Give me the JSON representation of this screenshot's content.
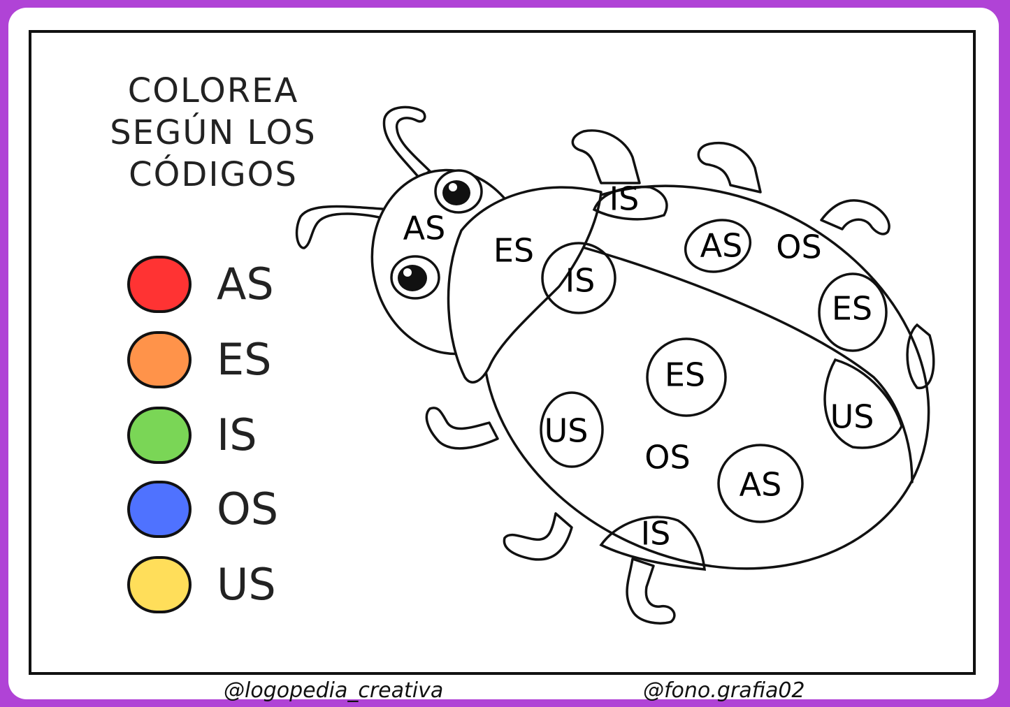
{
  "title": {
    "line1": "COLOREA",
    "line2": "SEGÚN LOS",
    "line3": "CÓDIGOS"
  },
  "legend": [
    {
      "code": "AS",
      "color": "#ff3333"
    },
    {
      "code": "ES",
      "color": "#ff934a"
    },
    {
      "code": "IS",
      "color": "#7ad656"
    },
    {
      "code": "OS",
      "color": "#4f72ff"
    },
    {
      "code": "US",
      "color": "#ffde5a"
    }
  ],
  "ladybug": {
    "labels": [
      "AS",
      "ES",
      "IS",
      "IS",
      "AS",
      "OS",
      "ES",
      "ES",
      "US",
      "OS",
      "US",
      "AS",
      "IS"
    ]
  },
  "footer": {
    "left": "@logopedia_creativa",
    "right": "@fono.grafia02"
  }
}
